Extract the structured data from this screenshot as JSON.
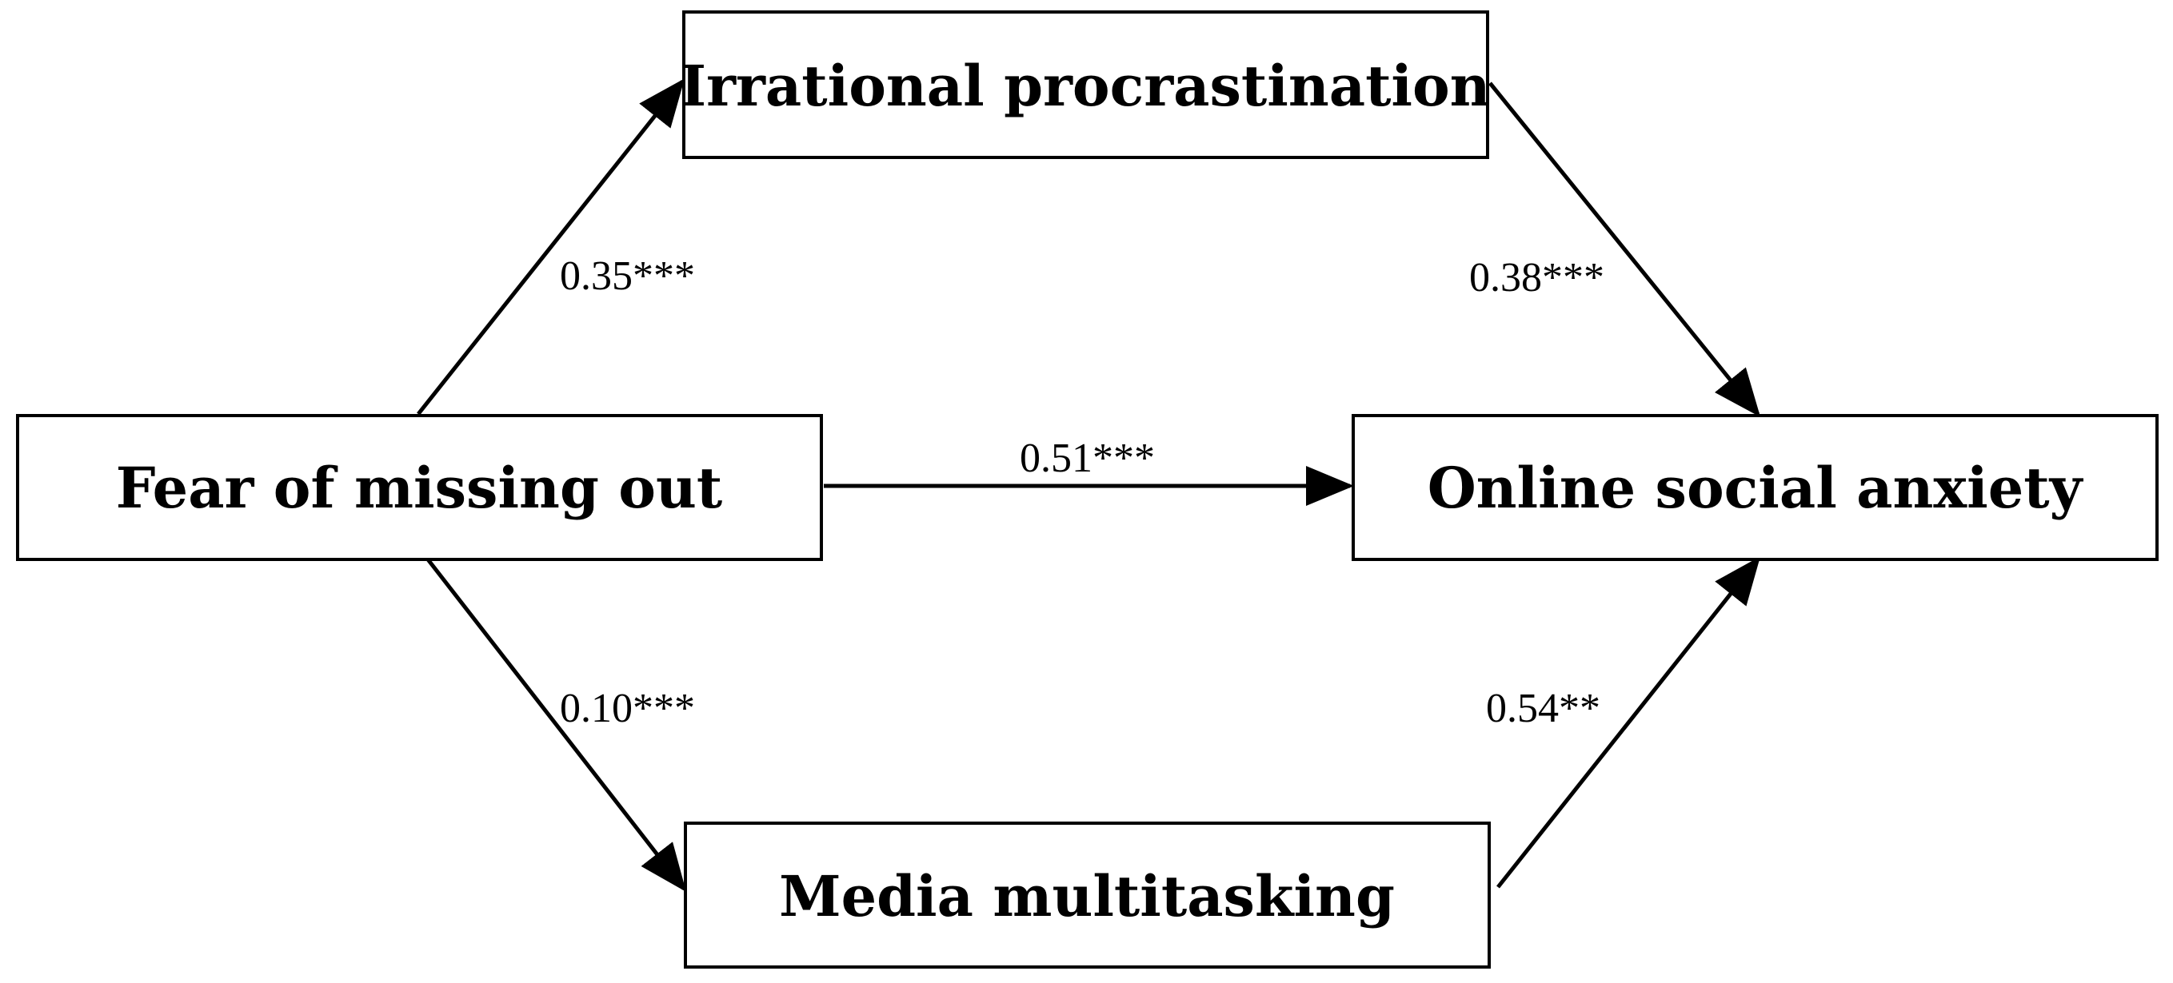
{
  "diagram": {
    "nodes": {
      "fomo": {
        "label": "Fear of missing out"
      },
      "irrational": {
        "label": "Irrational procrastination"
      },
      "media": {
        "label": "Media multitasking"
      },
      "anxiety": {
        "label": "Online social anxiety"
      }
    },
    "edges": {
      "fomo_to_irrational": {
        "coefficient": "0.35***"
      },
      "irrational_to_anxiety": {
        "coefficient": "0.38***"
      },
      "fomo_to_anxiety": {
        "coefficient": "0.51***"
      },
      "fomo_to_media": {
        "coefficient": "0.10***"
      },
      "media_to_anxiety": {
        "coefficient": "0.54**"
      }
    }
  }
}
